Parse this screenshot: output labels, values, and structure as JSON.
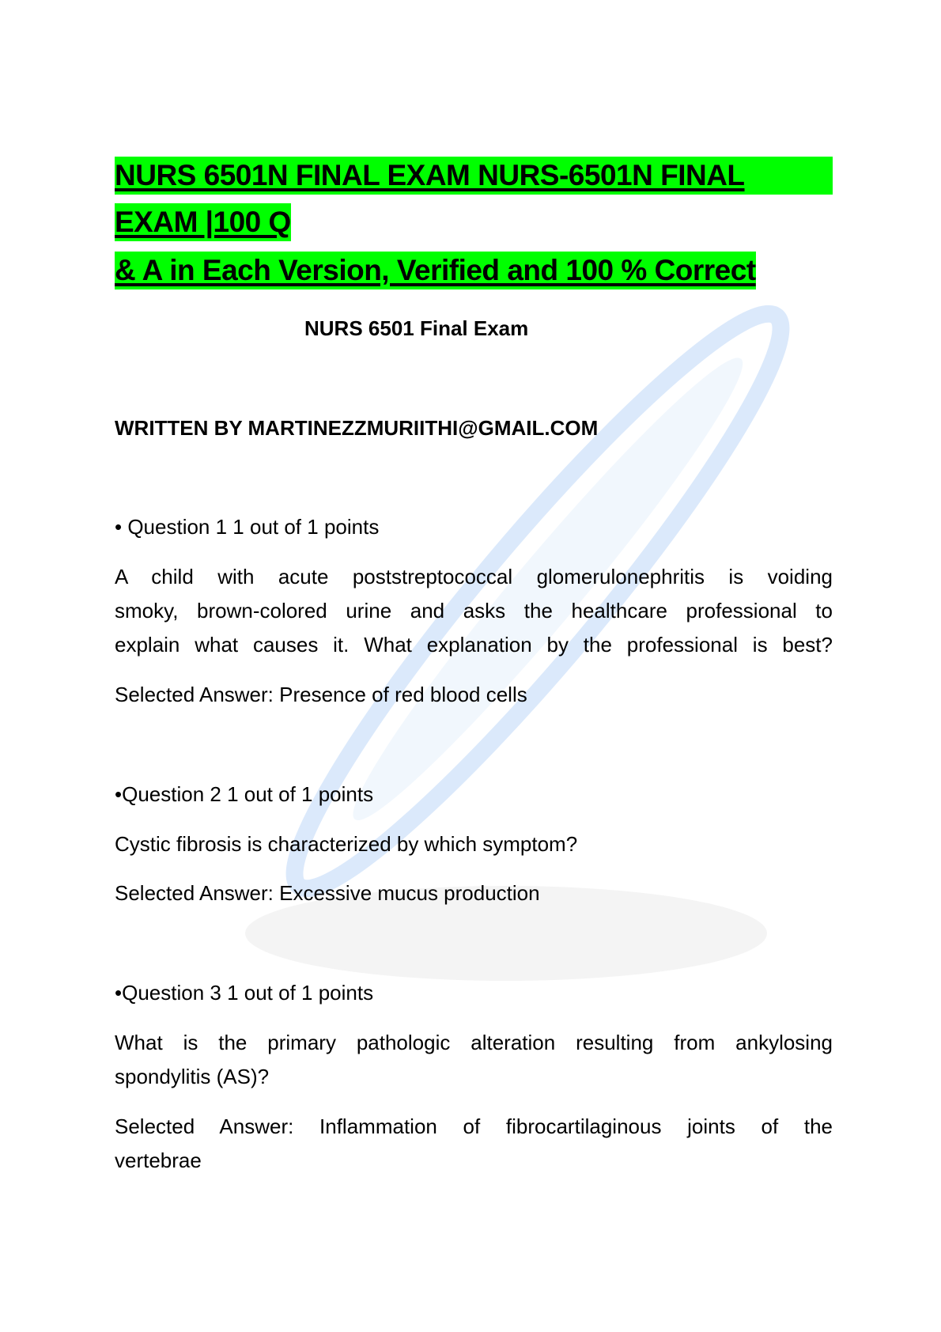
{
  "title": {
    "line1": "NURS  6501N  FINAL  EXAM  NURS-6501N  FINAL",
    "line2": "EXAM  |100 Q",
    "line3": "& A in Each Version, Verified and 100 % Correct"
  },
  "subtitle": "NURS 6501 Final Exam",
  "author": "WRITTEN BY MARTINEZZMURIITHI@GMAIL.COM",
  "questions": [
    {
      "header": "• Question 1 1 out of 1 points",
      "text_lines": [
        "A child with acute poststreptococcal glomerulonephritis is voiding",
        "smoky, brown-colored urine and asks the healthcare professional to",
        "explain what causes it. What explanation by the professional is best?"
      ],
      "answer": "Selected Answer: Presence of red blood cells"
    },
    {
      "header": "•Question 2 1 out of 1 points",
      "text_lines": [
        "Cystic fibrosis is characterized by which symptom?"
      ],
      "answer": "Selected Answer: Excessive mucus production"
    },
    {
      "header": "•Question 3 1 out of 1 points",
      "text_lines": [
        "What is the primary pathologic alteration resulting from ankylosing",
        "spondylitis (AS)?"
      ],
      "answer_lines": [
        "Selected Answer: Inflammation of fibrocartilaginous joints of the",
        "vertebrae"
      ]
    }
  ],
  "colors": {
    "highlight": "#00ff00",
    "watermark": "#dbe9fb"
  }
}
